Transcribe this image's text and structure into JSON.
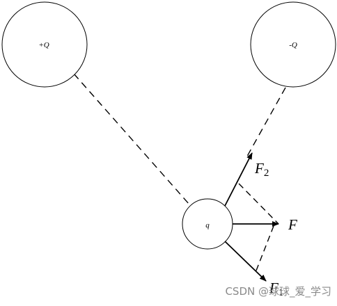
{
  "charges": {
    "positive": {
      "label": "+Q"
    },
    "negative": {
      "label": "-Q"
    },
    "test": {
      "label": "q"
    }
  },
  "forces": {
    "f1": {
      "symbol": "F",
      "subscript": "1"
    },
    "f2": {
      "symbol": "F",
      "subscript": "2"
    },
    "resultant": {
      "symbol": "F"
    }
  },
  "watermark": {
    "text": "CSDN @球球_爱_学习"
  },
  "colors": {
    "stroke": "#000000",
    "watermark": "#8a8a8a"
  }
}
